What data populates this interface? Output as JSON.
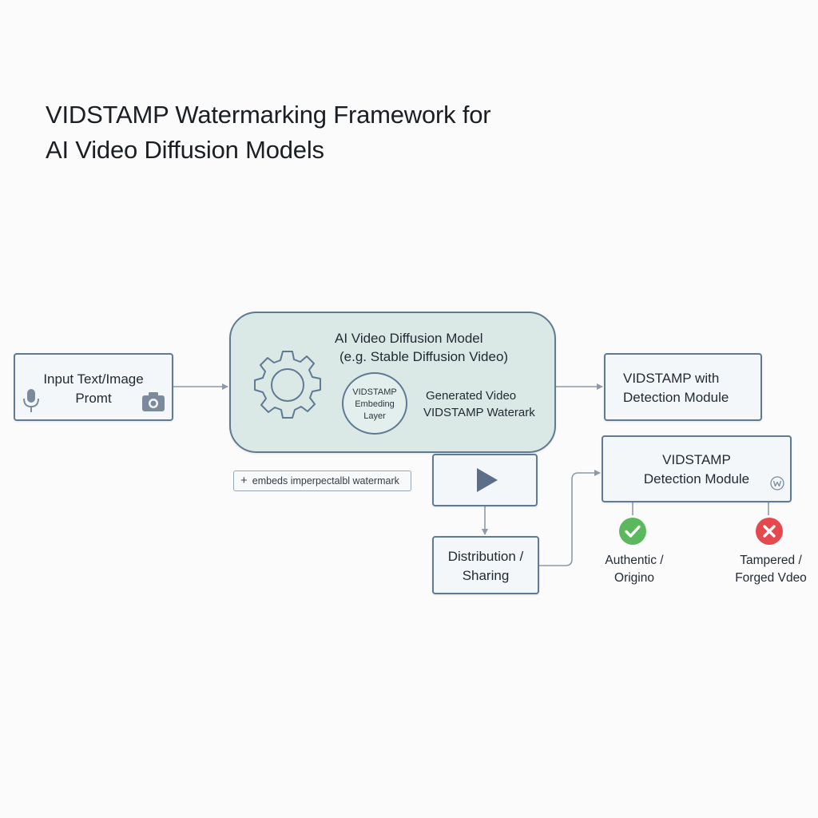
{
  "title": {
    "line1": "VIDSTAMP Watermarking Framework for",
    "line2": "AI Video Diffusion Models"
  },
  "input_box": {
    "line1": "Input Text/Image",
    "line2": "Promt"
  },
  "model_box": {
    "line1": "AI Video Diffusion Model",
    "line2": "(e.g. Stable Diffusion Video)"
  },
  "embedding_layer": {
    "line1": "VIDSTAMP",
    "line2": "Embeding",
    "line3": "Layer"
  },
  "generated": {
    "line1": "Generated Video",
    "line2": "VIDSTAMP Waterark"
  },
  "detection_with": {
    "line1": "VIDSTAMP with",
    "line2": "Detection Module"
  },
  "annotation": {
    "text": "embeds imperpectalbl watermark"
  },
  "detection_module": {
    "line1": "VIDSTAMP",
    "line2": "Detection Module"
  },
  "distribution": {
    "line1": "Distribution /",
    "line2": "Sharing"
  },
  "authentic": {
    "line1": "Authentic /",
    "line2": "Origino"
  },
  "tampered": {
    "line1": "Tampered /",
    "line2": "Forged Vdeo"
  },
  "colors": {
    "border": "#5f7a92",
    "model_fill": "#dbe9e6",
    "box_fill": "#f4f7fa",
    "arrow": "#8e9aa6",
    "check": "#5cb85c",
    "cross": "#e5484d"
  },
  "icons": {
    "input": [
      "microphone-icon",
      "camera-icon"
    ],
    "model": "gear-icon",
    "video": "play-icon",
    "watermark": "w-circle-icon",
    "authentic": "check-circle-icon",
    "tampered": "cross-circle-icon"
  }
}
